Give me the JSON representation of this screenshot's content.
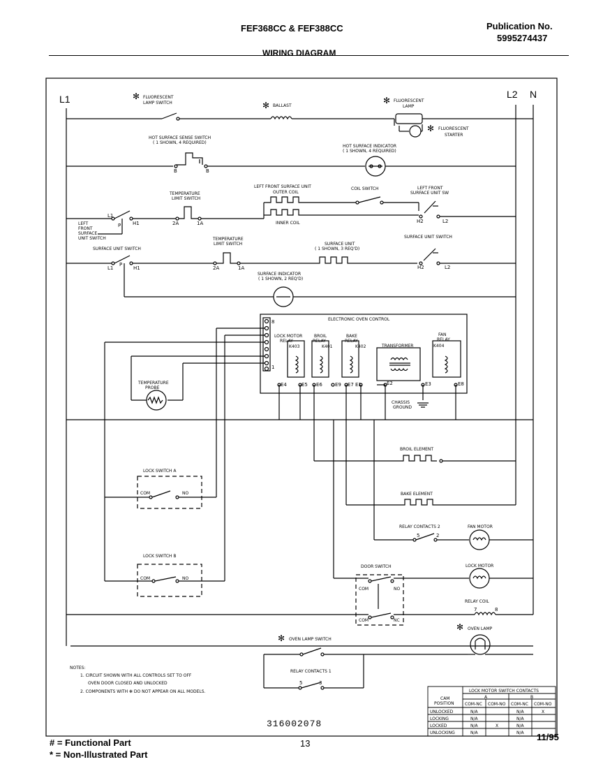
{
  "header": {
    "models": "FEF368CC & FEF388CC",
    "publication_label": "Publication No.",
    "publication_number": "5995274437",
    "title": "WIRING DIAGRAM"
  },
  "lines": {
    "l1": "L1",
    "l2": "L2",
    "n": "N"
  },
  "labels": {
    "fluor_lamp_switch": [
      "FLUORESCENT",
      "LAMP SWITCH"
    ],
    "ballast": "BALLAST",
    "fluor_lamp": [
      "FLUORESCENT",
      "LAMP"
    ],
    "fluor_starter": [
      "FLUORESCENT",
      "STARTER"
    ],
    "hot_surface_sense": [
      "HOT SURFACE SENSE SWITCH",
      "( 1 SHOWN, 4 REQUIRED)"
    ],
    "hot_surface_ind": [
      "HOT SURFACE INDICATOR",
      "( 1 SHOWN, 4 REQUIRED)"
    ],
    "temp_limit_1": [
      "TEMPERATURE",
      "LIMIT SWITCH"
    ],
    "lf_surface_unit": [
      "LEFT FRONT SURFACE UNIT",
      "OUTER COIL"
    ],
    "inner_coil": "INNER COIL",
    "coil_switch": "COIL SWITCH",
    "lf_surface_unit_sw": [
      "LEFT FRONT",
      "SURFACE UNIT SW"
    ],
    "lf_surface_unit_switch": [
      "LEFT",
      "FRONT",
      "SURFACE",
      "UNIT SWITCH"
    ],
    "temp_limit_2": [
      "TEMPERATURE",
      "LIMIT SWITCH"
    ],
    "surface_unit_switch_l": "SURFACE UNIT SWITCH",
    "surface_unit": [
      "SURFACE UNIT",
      "( 1 SHOWN, 3 REQ'D)"
    ],
    "surface_unit_switch_r": "SURFACE UNIT SWITCH",
    "surface_indicator": [
      "SURFACE INDICATOR",
      "( 1 SHOWN, 2 REQ'D)"
    ],
    "eoc": "ELECTRONIC OVEN CONTROL",
    "lock_motor_relay": [
      "LOCK MOTOR",
      "RELAY"
    ],
    "broil_relay": [
      "BROIL",
      "RELAY"
    ],
    "bake_relay": [
      "BAKE",
      "RELAY"
    ],
    "transformer": "TRANSFORMER",
    "fan_relay": [
      "FAN",
      "RELAY"
    ],
    "k403": "K403",
    "k401": "K401",
    "k402": "K402",
    "k404": "K404",
    "temp_probe": [
      "TEMPERATURE",
      "PROBE"
    ],
    "chassis_ground": [
      "CHASSIS",
      "GROUND"
    ],
    "broil_element": "BROIL ELEMENT",
    "bake_element": "BAKE ELEMENT",
    "relay_contacts_2": "RELAY CONTACTS 2",
    "fan_motor": "FAN MOTOR",
    "lock_switch_a": "LOCK SWITCH A",
    "lock_switch_b": "LOCK SWITCH B",
    "door_switch": "DOOR SWITCH",
    "lock_motor": "LOCK MOTOR",
    "relay_coil": "RELAY COIL",
    "oven_lamp_switch": "OVEN LAMP SWITCH",
    "oven_lamp": "OVEN LAMP",
    "relay_contacts_1": "RELAY CONTACTS 1",
    "com": "COM",
    "no": "NO",
    "nc": "NC"
  },
  "terminals": {
    "b": "B",
    "l1": "L1",
    "p": "P",
    "h1": "H1",
    "h2": "H2",
    "l2": "L2",
    "a2": "2A",
    "a1": "1A",
    "e4": "E4",
    "e5": "E5",
    "e6": "E6",
    "e9": "E9",
    "e7": "E7",
    "e1": "E1",
    "e2": "E2",
    "e3": "E3",
    "e8": "E8",
    "p8": "8",
    "p1": "1",
    "n5": "5",
    "n2": "2",
    "n7": "7",
    "n8": "8",
    "n3": "3"
  },
  "notes": {
    "title": "NOTES:",
    "lines": [
      "1. CIRCUIT SHOWN WITH ALL CONTROLS SET TO OFF",
      "OVEN DOOR CLOSED AND UNLOCKED",
      "2. COMPONENTS WITH ✻ DO NOT APPEAR ON ALL MODELS."
    ]
  },
  "contacts_table": {
    "title": "LOCK MOTOR SWITCH CONTACTS",
    "cam_position": [
      "CAM",
      "POSITION"
    ],
    "a": "A",
    "b": "B",
    "col_headers": [
      "COM-NC",
      "COM-NO",
      "COM-NC",
      "COM-NO"
    ],
    "rows": [
      {
        "pos": "UNLOCKED",
        "cells": [
          "N/A",
          "",
          "N/A",
          "X"
        ]
      },
      {
        "pos": "LOCKING",
        "cells": [
          "N/A",
          "",
          "N/A",
          ""
        ]
      },
      {
        "pos": "LOCKED",
        "cells": [
          "N/A",
          "X",
          "N/A",
          ""
        ]
      },
      {
        "pos": "UNLOCKING",
        "cells": [
          "N/A",
          "",
          "N/A",
          ""
        ]
      }
    ]
  },
  "doc_number": "316002078",
  "footer": {
    "functional": "# = Functional Part",
    "non_illustrated": "* = Non-Illustrated Part",
    "page": "13",
    "date": "11/95"
  },
  "asterisk": "✻"
}
